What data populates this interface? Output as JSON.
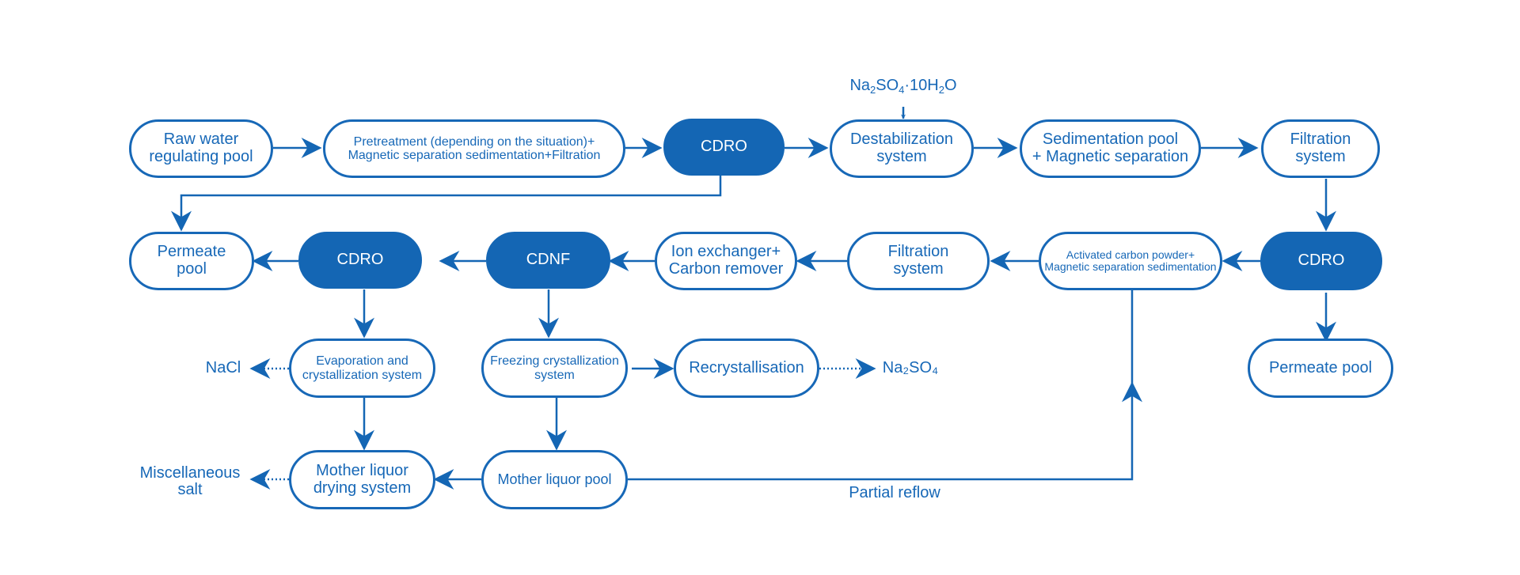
{
  "colors": {
    "accent": "#1768b7",
    "fill": "#1466b4"
  },
  "nodes": {
    "raw_water": [
      "Raw water",
      "regulating pool"
    ],
    "pretreatment": [
      "Pretreatment (depending on the situation)+",
      "Magnetic separation sedimentation+Filtration"
    ],
    "cdro_top": "CDRO",
    "destabilization": [
      "Destabilization",
      "system"
    ],
    "sedimentation": [
      "Sedimentation pool",
      "+ Magnetic separation"
    ],
    "filtration_top": [
      "Filtration",
      "system"
    ],
    "permeate_left": [
      "Permeate",
      "pool"
    ],
    "cdro_mid_left": "CDRO",
    "cdnf": "CDNF",
    "ion_exchanger": [
      "Ion exchanger+",
      "Carbon remover"
    ],
    "filtration_mid": [
      "Filtration",
      "system"
    ],
    "activated_carbon": [
      "Activated carbon powder+",
      "Magnetic separation sedimentation"
    ],
    "cdro_right": "CDRO",
    "evaporation": [
      "Evaporation and",
      "crystallization system"
    ],
    "freezing": [
      "Freezing crystallization",
      "system"
    ],
    "recrystallisation": "Recrystallisation",
    "permeate_right": "Permeate pool",
    "mother_drying": [
      "Mother liquor",
      "drying system"
    ],
    "mother_pool": "Mother liquor pool"
  },
  "labels": {
    "na2so4_hydrate": {
      "pre": "Na",
      "s1": "2",
      "mid": "SO",
      "s2": "4",
      "mid2": "·10H",
      "s3": "2",
      "post": "O"
    },
    "nacl": "NaCl",
    "na2so4": "Na₂SO₄",
    "misc_salt": [
      "Miscellaneous",
      "salt"
    ],
    "partial_reflow": "Partial reflow"
  }
}
